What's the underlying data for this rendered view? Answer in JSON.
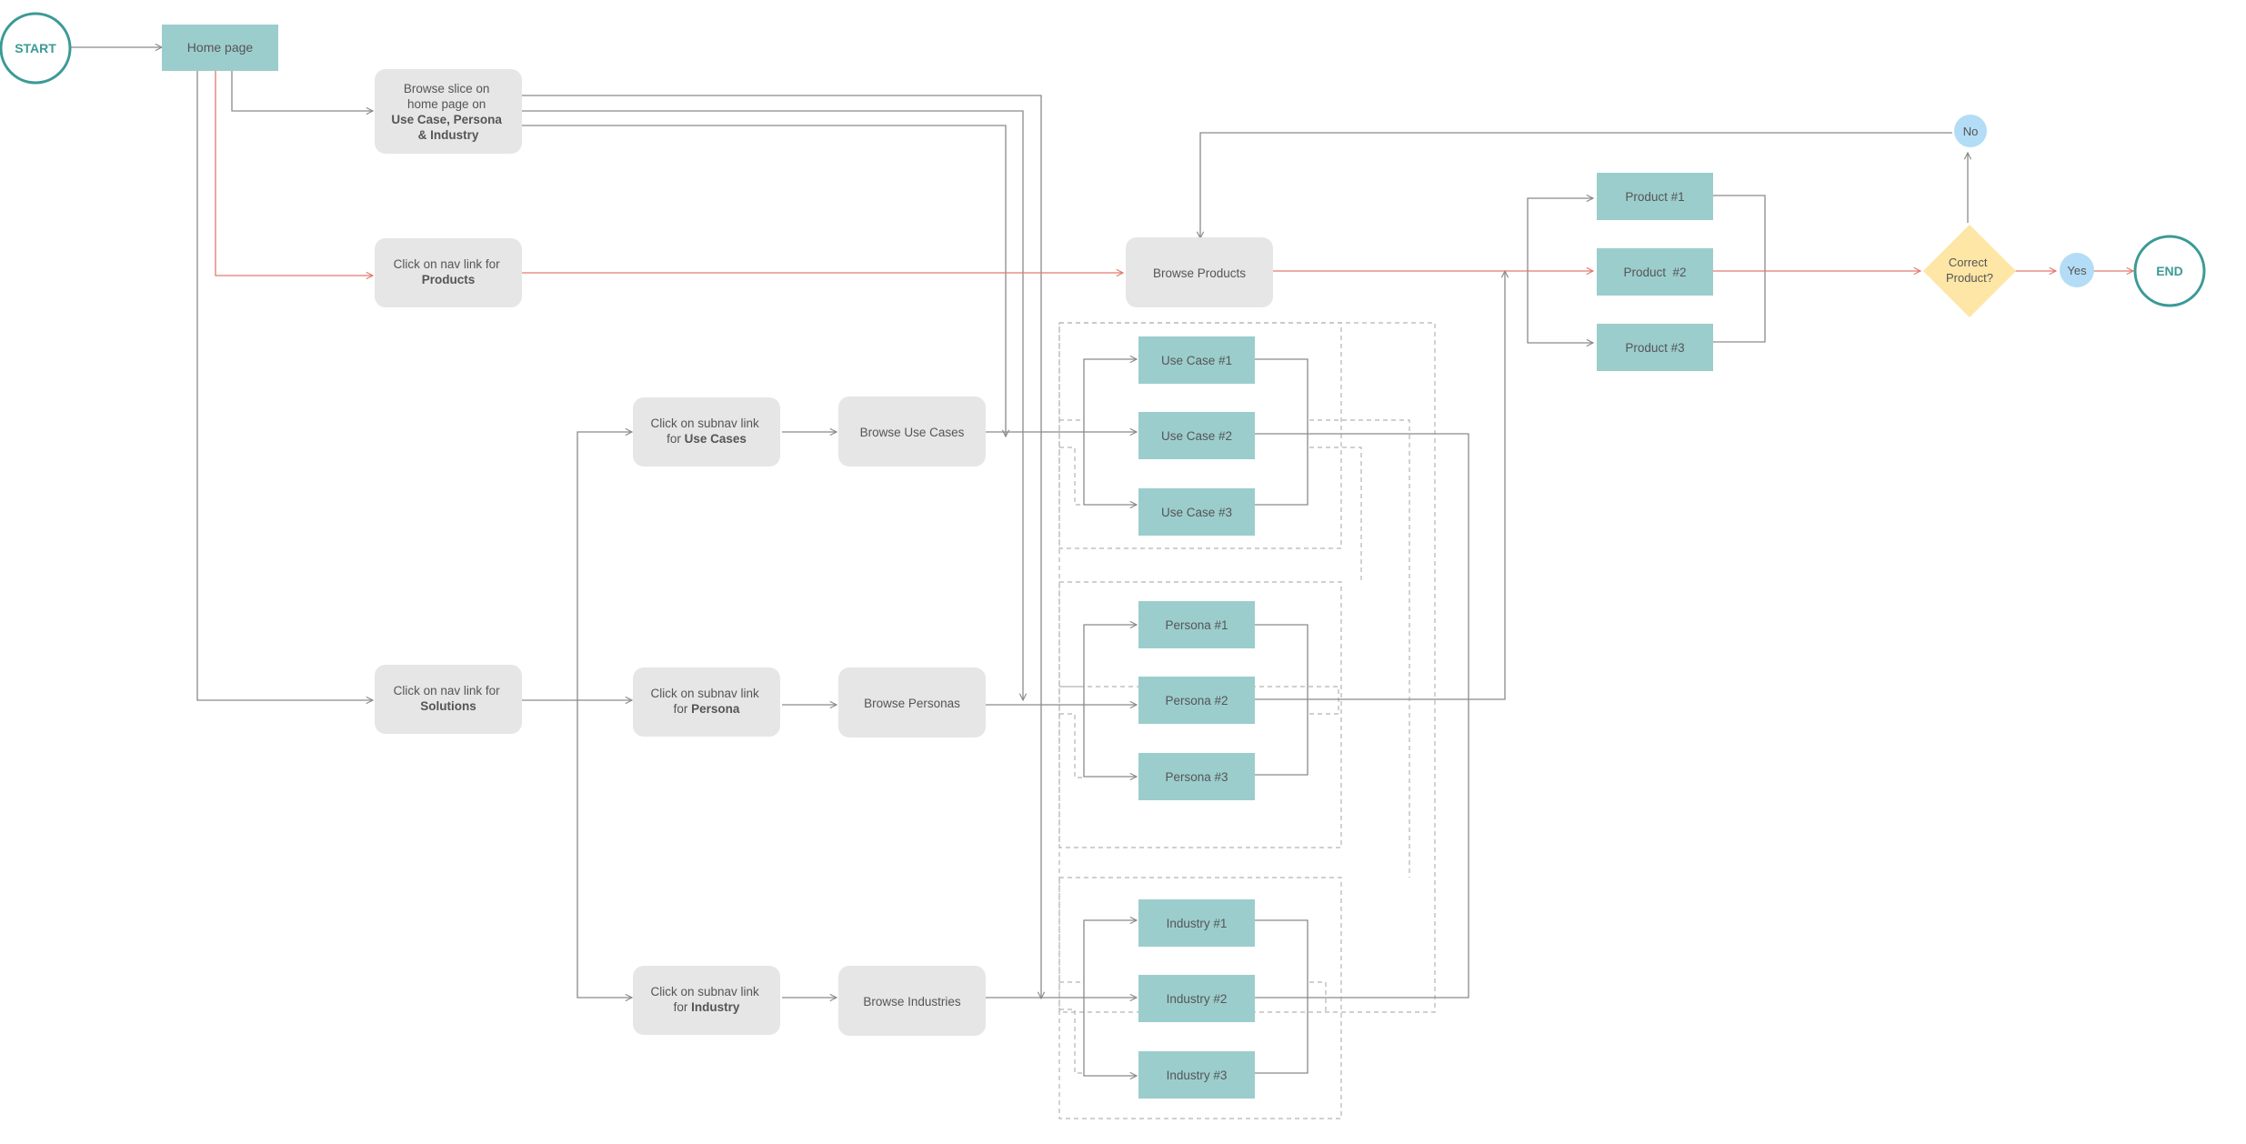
{
  "colors": {
    "line": "#8a8a8a",
    "red": "#e07a6f",
    "dashed": "#b5b5b5",
    "teal": "#9ccdcd",
    "grey": "#e6e6e6",
    "circle": "#3b9a97",
    "diamond": "#fde6a6",
    "small_circle": "#b3dcf6",
    "text": "#555555"
  },
  "nodes": {
    "start": "START",
    "end": "END",
    "home": "Home page",
    "browse_slice": [
      "Browse slice on",
      "home page on",
      "Use Case, Persona",
      "& Industry"
    ],
    "nav_products": [
      "Click on nav link for",
      "Products"
    ],
    "nav_solutions": [
      "Click on nav link for",
      "Solutions"
    ],
    "subnav_use": [
      "Click on subnav link",
      "for ",
      "Use Cases"
    ],
    "subnav_persona": [
      "Click on subnav link",
      "for ",
      "Persona"
    ],
    "subnav_industry": [
      "Click on subnav link",
      "for ",
      "Industry"
    ],
    "browse_use": "Browse Use Cases",
    "browse_persona": "Browse Personas",
    "browse_industry": "Browse Industries",
    "browse_products": "Browse Products",
    "use_cases": [
      "Use Case #1",
      "Use Case #2",
      "Use Case #3"
    ],
    "personas": [
      "Persona #1",
      "Persona #2",
      "Persona #3"
    ],
    "industries": [
      "Industry #1",
      "Industry #2",
      "Industry #3"
    ],
    "products": [
      "Product #1",
      "Product  #2",
      "Product #3"
    ],
    "decision": [
      "Correct",
      "Product?"
    ],
    "no": "No",
    "yes": "Yes"
  }
}
